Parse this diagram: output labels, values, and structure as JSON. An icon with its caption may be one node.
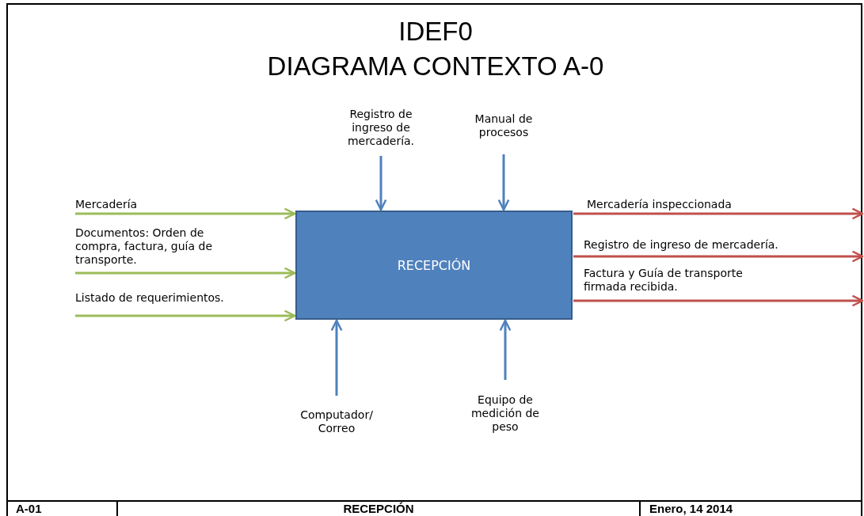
{
  "diagram": {
    "title": "IDEF0 DIAGRAMA CONTEXTO A-0",
    "nodes": [
      {
        "text": [
          "Registro de ingreso de mercadería."
        ]
      },
      {
        "text": [
          "Manual de procesos"
        ]
      },
      {
        "text": [
          "Mercadería"
        ]
      },
      {
        "text": [
          "RECEPCIÓN"
        ]
      },
      {
        "text": [
          "Documentos: Orden de compra, factura, guía de transporte."
        ]
      },
      {
        "text": [
          "Listado de requerimientos."
        ]
      },
      {
        "text": [
          "Equipo de medición de peso"
        ]
      },
      {
        "text": [
          "Computador/ Correo"
        ]
      }
    ],
    "edges": [
      {
        "from": 2,
        "to": 3,
        "arrow": "to",
        "color": "#9bbb59"
      },
      {
        "from": 4,
        "to": 3,
        "arrow": "to",
        "color": "#9bbb59"
      },
      {
        "from": 5,
        "to": 3,
        "arrow": "to",
        "color": "#9bbb59"
      },
      {
        "from": 0,
        "to": 3,
        "arrow": "to",
        "color": "#4f81bd"
      },
      {
        "from": 1,
        "to": 3,
        "arrow": "to",
        "color": "#4f81bd"
      },
      {
        "from": 7,
        "to": 3,
        "arrow": "to",
        "color": "#4f81bd"
      },
      {
        "from": 6,
        "to": 3,
        "arrow": "to",
        "color": "#4f81bd"
      },
      {
        "from": 3,
        "to": null,
        "arrow": "to",
        "label": "Mercadería inspeccionada",
        "color": "#c0504d"
      },
      {
        "from": 3,
        "to": null,
        "arrow": "to",
        "label": "Registro de ingreso de mercadería.",
        "color": "#c0504d"
      },
      {
        "from": 3,
        "to": null,
        "arrow": "to",
        "label": "Factura y Guía de transporte firmada recibida.",
        "color": "#c0504d"
      }
    ],
    "labels": [
      "A-01",
      "RECEPCIÓN",
      "Enero, 14 2014"
    ]
  }
}
